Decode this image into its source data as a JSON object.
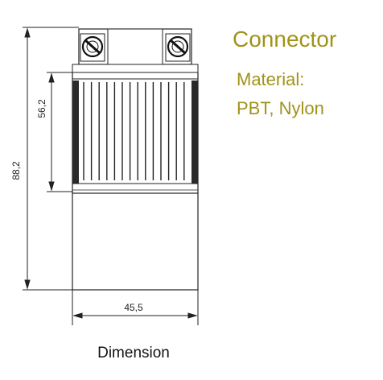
{
  "title": "Connector",
  "material_label": "Material:",
  "material_value": "PBT, Nylon",
  "caption": "Dimension",
  "dimensions": {
    "total_height": "88,2",
    "body_height": "56,2",
    "width": "45,5"
  },
  "colors": {
    "accent": "#a09318",
    "line": "#222222",
    "body_fill": "#ffffff",
    "rib_dark": "#2a2a2a"
  }
}
